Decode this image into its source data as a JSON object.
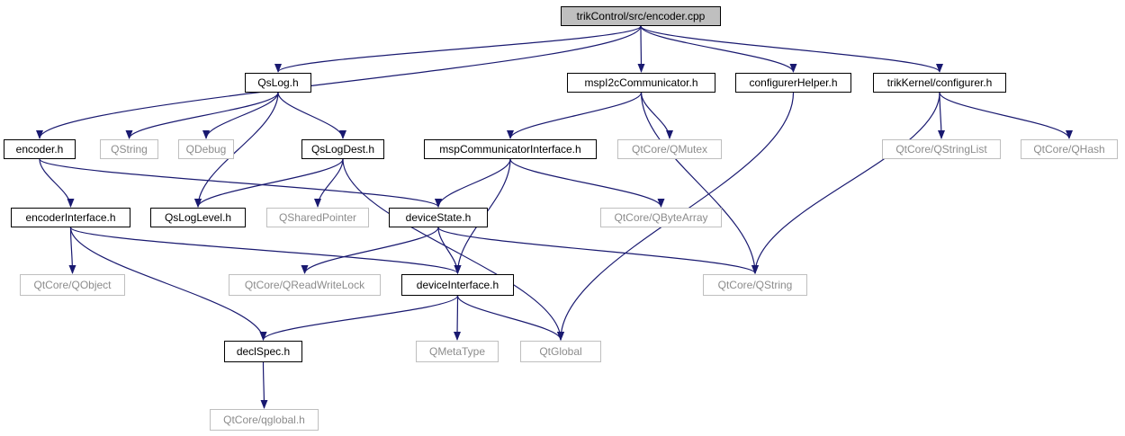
{
  "title": "trikControl/src/encoder.cpp",
  "colors": {
    "edge": "#191970",
    "root_fill": "#bfbfbf",
    "external_border": "#bfbfbf",
    "external_text": "#8c8c8c"
  },
  "nodes": [
    {
      "id": "root",
      "label": "trikControl/src/encoder.cpp",
      "kind": "root"
    },
    {
      "id": "qslog",
      "label": "QsLog.h",
      "kind": "local"
    },
    {
      "id": "mspi2c",
      "label": "mspI2cCommunicator.h",
      "kind": "local"
    },
    {
      "id": "confhelper",
      "label": "configurerHelper.h",
      "kind": "local"
    },
    {
      "id": "trikconf",
      "label": "trikKernel/configurer.h",
      "kind": "local"
    },
    {
      "id": "encoder",
      "label": "encoder.h",
      "kind": "local"
    },
    {
      "id": "qstring1",
      "label": "QString",
      "kind": "external"
    },
    {
      "id": "qdebug",
      "label": "QDebug",
      "kind": "external"
    },
    {
      "id": "qslogdest",
      "label": "QsLogDest.h",
      "kind": "local"
    },
    {
      "id": "mspcommif",
      "label": "mspCommunicatorInterface.h",
      "kind": "local"
    },
    {
      "id": "qmutex",
      "label": "QtCore/QMutex",
      "kind": "external"
    },
    {
      "id": "qstringlist",
      "label": "QtCore/QStringList",
      "kind": "external"
    },
    {
      "id": "qhash",
      "label": "QtCore/QHash",
      "kind": "external"
    },
    {
      "id": "encoderif",
      "label": "encoderInterface.h",
      "kind": "local"
    },
    {
      "id": "qsloglevel",
      "label": "QsLogLevel.h",
      "kind": "local"
    },
    {
      "id": "qsharedptr",
      "label": "QSharedPointer",
      "kind": "external"
    },
    {
      "id": "devstate",
      "label": "deviceState.h",
      "kind": "local"
    },
    {
      "id": "qbytearray",
      "label": "QtCore/QByteArray",
      "kind": "external"
    },
    {
      "id": "qobject",
      "label": "QtCore/QObject",
      "kind": "external"
    },
    {
      "id": "qrwlock",
      "label": "QtCore/QReadWriteLock",
      "kind": "external"
    },
    {
      "id": "devif",
      "label": "deviceInterface.h",
      "kind": "local"
    },
    {
      "id": "qtcorestring",
      "label": "QtCore/QString",
      "kind": "external"
    },
    {
      "id": "declspec",
      "label": "declSpec.h",
      "kind": "local"
    },
    {
      "id": "qmetatype",
      "label": "QMetaType",
      "kind": "external"
    },
    {
      "id": "qtglobal",
      "label": "QtGlobal",
      "kind": "external"
    },
    {
      "id": "qglobalh",
      "label": "QtCore/qglobal.h",
      "kind": "external"
    }
  ],
  "edges": [
    [
      "root",
      "encoder"
    ],
    [
      "root",
      "qslog"
    ],
    [
      "root",
      "mspi2c"
    ],
    [
      "root",
      "confhelper"
    ],
    [
      "root",
      "trikconf"
    ],
    [
      "encoder",
      "encoderif"
    ],
    [
      "encoder",
      "devstate"
    ],
    [
      "qslog",
      "qstring1"
    ],
    [
      "qslog",
      "qdebug"
    ],
    [
      "qslog",
      "qslogdest"
    ],
    [
      "qslog",
      "qsloglevel"
    ],
    [
      "qslogdest",
      "qsloglevel"
    ],
    [
      "qslogdest",
      "qsharedptr"
    ],
    [
      "qslogdest",
      "qtglobal"
    ],
    [
      "mspi2c",
      "mspcommif"
    ],
    [
      "mspi2c",
      "qmutex"
    ],
    [
      "mspi2c",
      "qtcorestring"
    ],
    [
      "mspcommif",
      "devstate"
    ],
    [
      "mspcommif",
      "devif"
    ],
    [
      "mspcommif",
      "qbytearray"
    ],
    [
      "confhelper",
      "qtglobal"
    ],
    [
      "trikconf",
      "qstringlist"
    ],
    [
      "trikconf",
      "qhash"
    ],
    [
      "trikconf",
      "qtcorestring"
    ],
    [
      "encoderif",
      "qobject"
    ],
    [
      "encoderif",
      "declspec"
    ],
    [
      "encoderif",
      "devif"
    ],
    [
      "devstate",
      "qrwlock"
    ],
    [
      "devstate",
      "devif"
    ],
    [
      "devstate",
      "qtcorestring"
    ],
    [
      "devif",
      "declspec"
    ],
    [
      "devif",
      "qmetatype"
    ],
    [
      "devif",
      "qtglobal"
    ],
    [
      "declspec",
      "qglobalh"
    ]
  ]
}
